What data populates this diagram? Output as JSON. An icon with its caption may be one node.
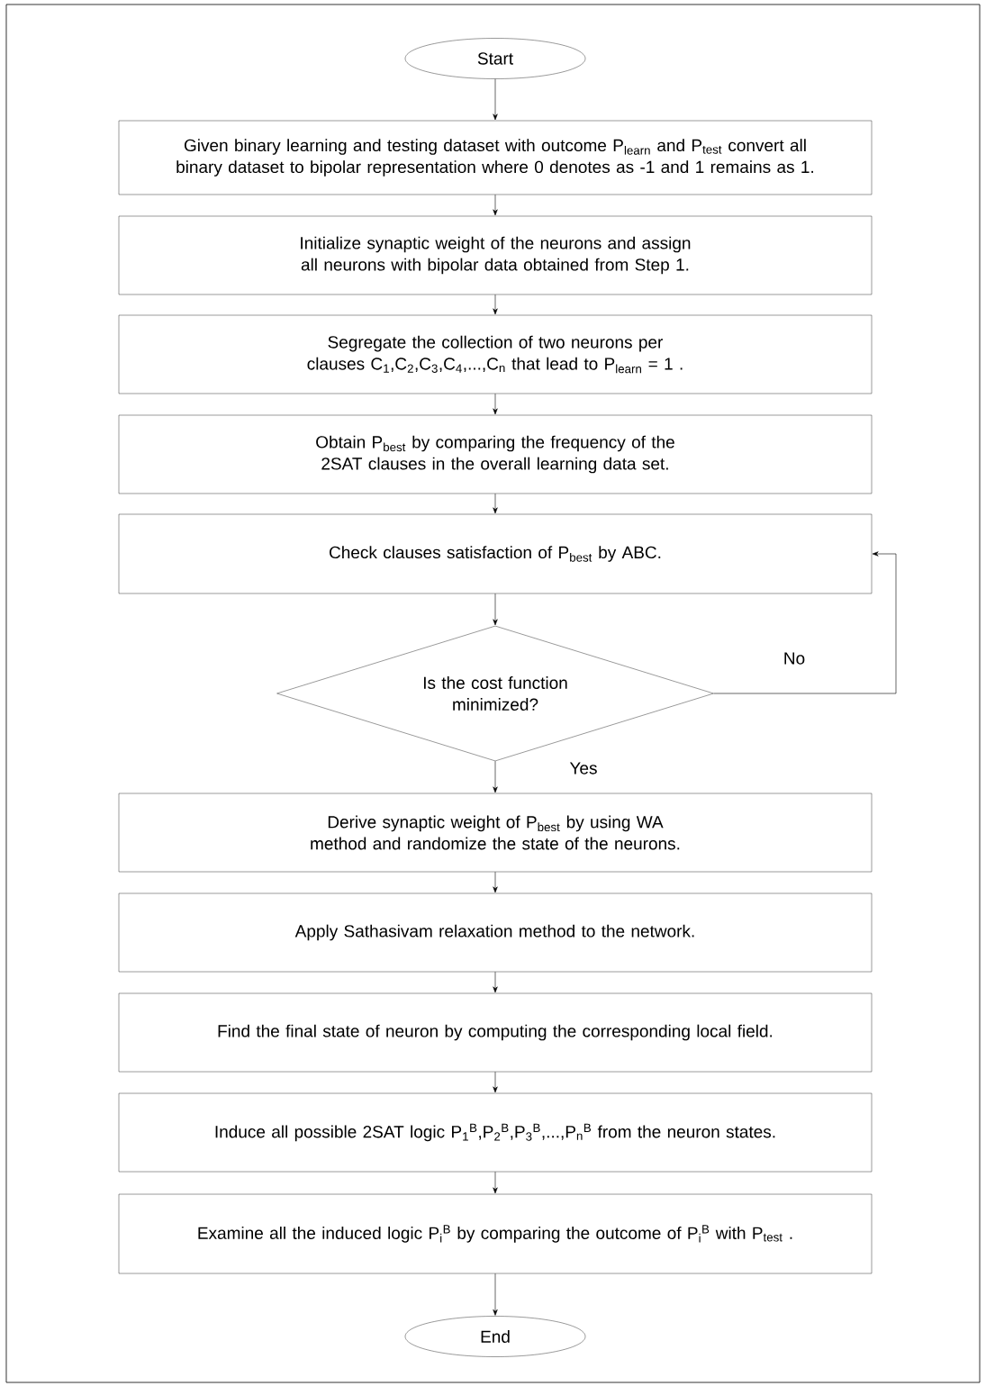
{
  "diagram": {
    "nodes": [
      {
        "text": [
          "Start"
        ]
      },
      {
        "text": [
          "Given binary learning and testing dataset with outcome P$_{learn}$ and P$_{test}$ convert all binary dataset to bipolar representation where 0 denotes as -1 and 1 remains as 1."
        ]
      },
      {
        "text": [
          "Initialize synaptic weight of the neurons and assign all neurons with bipolar data obtained from Step 1."
        ]
      },
      {
        "text": [
          "Segregate the collection of two neurons per clauses C$_{1}$,C$_{2}$,C$_{3}$,C$_{4}$,...,C$_{n}$ that lead to P$_{learn}$ = 1 ."
        ]
      },
      {
        "text": [
          "Obtain P$_{best}$ by comparing the frequency of the 2SAT clauses in the overall learning data set."
        ]
      },
      {
        "text": [
          "Check clauses satisfaction of P$_{best}$ by ABC."
        ]
      },
      {
        "text": [
          "Is the cost function minimized?"
        ]
      },
      {
        "text": [
          "Derive synaptic weight of P$_{best}$ by using WA method and randomize the state of the neurons."
        ]
      },
      {
        "text": [
          "Apply Sathasivam relaxation method to the network."
        ]
      },
      {
        "text": [
          "Find the final state of neuron by computing the corresponding local field."
        ]
      },
      {
        "text": [
          "Induce all possible 2SAT logic P$_{1}$$^{B}$,P$_{2}$$^{B}$,P$_{3}$$^{B}$,...,P$_{n}$$^{B}$ from the neuron states."
        ]
      },
      {
        "text": [
          "Examine all the induced logic P$_{i}$$^{B}$ by comparing the outcome of P$_{i}$$^{B}$ with P$_{test}$ ."
        ]
      },
      {
        "text": [
          "End"
        ]
      }
    ],
    "edges": [
      {
        "from": 0,
        "to": 1,
        "arrow": "to"
      },
      {
        "from": 1,
        "to": 2,
        "arrow": "to"
      },
      {
        "from": 2,
        "to": 3,
        "arrow": "to"
      },
      {
        "from": 3,
        "to": 4,
        "arrow": "to"
      },
      {
        "from": 4,
        "to": 5,
        "arrow": "to"
      },
      {
        "from": 5,
        "to": 6,
        "arrow": "to"
      },
      {
        "from": 6,
        "to": 5,
        "arrow": "to",
        "label": "No"
      },
      {
        "from": 6,
        "to": 7,
        "arrow": "to",
        "label": "Yes"
      },
      {
        "from": 7,
        "to": 8,
        "arrow": "to"
      },
      {
        "from": 8,
        "to": 9,
        "arrow": "to"
      },
      {
        "from": 9,
        "to": 10,
        "arrow": "to"
      },
      {
        "from": 10,
        "to": 11,
        "arrow": "to"
      },
      {
        "from": 11,
        "to": 12,
        "arrow": "to"
      }
    ]
  }
}
